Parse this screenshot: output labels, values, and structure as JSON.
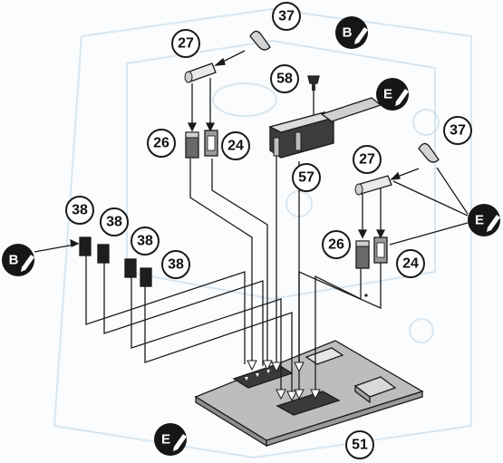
{
  "callouts": {
    "c37a": "37",
    "c27a": "27",
    "c58": "58",
    "c26a": "26",
    "c24a": "24",
    "c57": "57",
    "c37b": "37",
    "c27b": "27",
    "c38a": "38",
    "c38b": "38",
    "c38c": "38",
    "c38d": "38",
    "c26b": "26",
    "c24b": "24",
    "c51": "51"
  },
  "badges": {
    "b_top": "B",
    "b_left": "B",
    "e_conn": "E",
    "e_right": "E",
    "e_board": "E"
  },
  "colors": {
    "ink": "#161616",
    "board": "#bdbdbd",
    "ghost": "#bcd3e6"
  },
  "icon_names": [
    "pen-icon"
  ]
}
